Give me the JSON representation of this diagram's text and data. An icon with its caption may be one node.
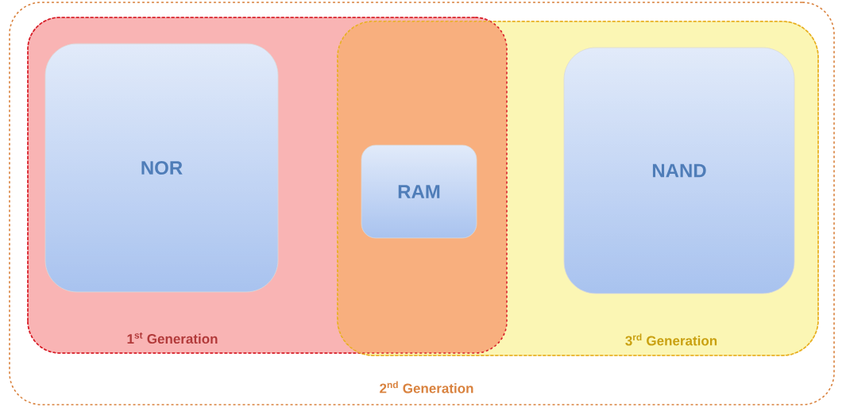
{
  "diagram": {
    "nodes": [
      {
        "text": [
          "2$^{nd}$ Generation"
        ]
      },
      {
        "text": [
          "1$^{st}$ Generation"
        ],
        "in": 0
      },
      {
        "text": [
          "3$^{rd}$ Generation"
        ],
        "in": 0
      },
      {
        "text": [
          "NOR"
        ],
        "in": 1
      },
      {
        "text": [
          "RAM"
        ]
      },
      {
        "text": [
          "NAND"
        ],
        "in": 2
      }
    ]
  }
}
